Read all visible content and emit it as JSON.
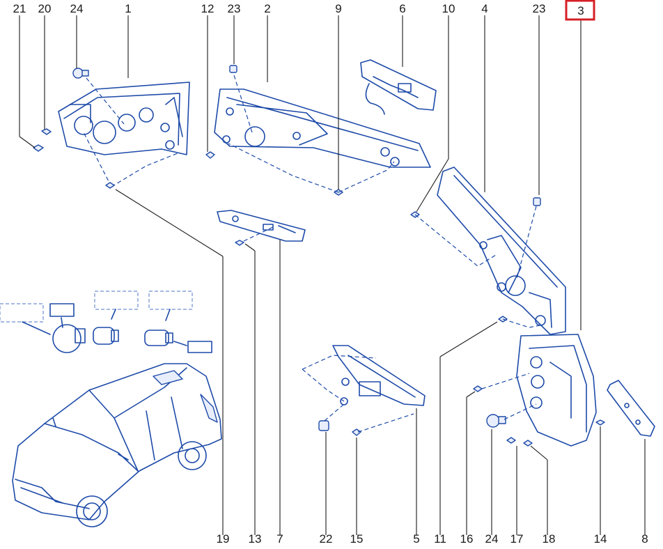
{
  "diagram": {
    "callouts": [
      {
        "id": "21",
        "text": "21"
      },
      {
        "id": "20",
        "text": "20"
      },
      {
        "id": "24a",
        "text": "24"
      },
      {
        "id": "1",
        "text": "1"
      },
      {
        "id": "12",
        "text": "12"
      },
      {
        "id": "23a",
        "text": "23"
      },
      {
        "id": "2",
        "text": "2"
      },
      {
        "id": "9",
        "text": "9"
      },
      {
        "id": "6",
        "text": "6"
      },
      {
        "id": "10",
        "text": "10"
      },
      {
        "id": "4",
        "text": "4"
      },
      {
        "id": "23b",
        "text": "23"
      },
      {
        "id": "3",
        "text": "3"
      },
      {
        "id": "19",
        "text": "19"
      },
      {
        "id": "13",
        "text": "13"
      },
      {
        "id": "7",
        "text": "7"
      },
      {
        "id": "22",
        "text": "22"
      },
      {
        "id": "15",
        "text": "15"
      },
      {
        "id": "5",
        "text": "5"
      },
      {
        "id": "11",
        "text": "11"
      },
      {
        "id": "16",
        "text": "16"
      },
      {
        "id": "24b",
        "text": "24"
      },
      {
        "id": "17",
        "text": "17"
      },
      {
        "id": "18",
        "text": "18"
      },
      {
        "id": "14",
        "text": "14"
      },
      {
        "id": "8",
        "text": "8"
      }
    ],
    "highlighted_callout": "3",
    "colors": {
      "line_art": "#1d4aa8",
      "highlight": "#d61f26",
      "text": "#1a1a1a"
    }
  }
}
